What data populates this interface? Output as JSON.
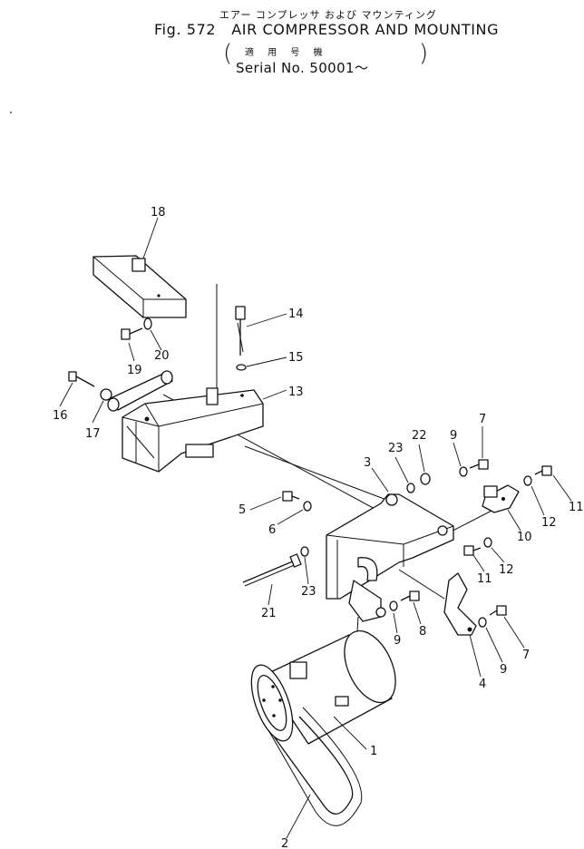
{
  "header": {
    "title_ja": "エアー コンプレッサ および マウンティング",
    "fig_label": "Fig. 572",
    "title_en": "AIR COMPRESSOR AND MOUNTING",
    "serial_ja": "適 用 号 機",
    "serial_en": "Serial No. 50001～"
  },
  "callouts": {
    "c1": "1",
    "c2": "2",
    "c3": "3",
    "c4": "4",
    "c5": "5",
    "c6": "6",
    "c7a": "7",
    "c7b": "7",
    "c8": "8",
    "c9a": "9",
    "c9b": "9",
    "c9c": "9",
    "c10": "10",
    "c11a": "11",
    "c11b": "11",
    "c12a": "12",
    "c12b": "12",
    "c13": "13",
    "c14": "14",
    "c15": "15",
    "c16": "16",
    "c17": "17",
    "c18": "18",
    "c19": "19",
    "c20": "20",
    "c21": "21",
    "c22": "22",
    "c23a": "23",
    "c23b": "23"
  }
}
